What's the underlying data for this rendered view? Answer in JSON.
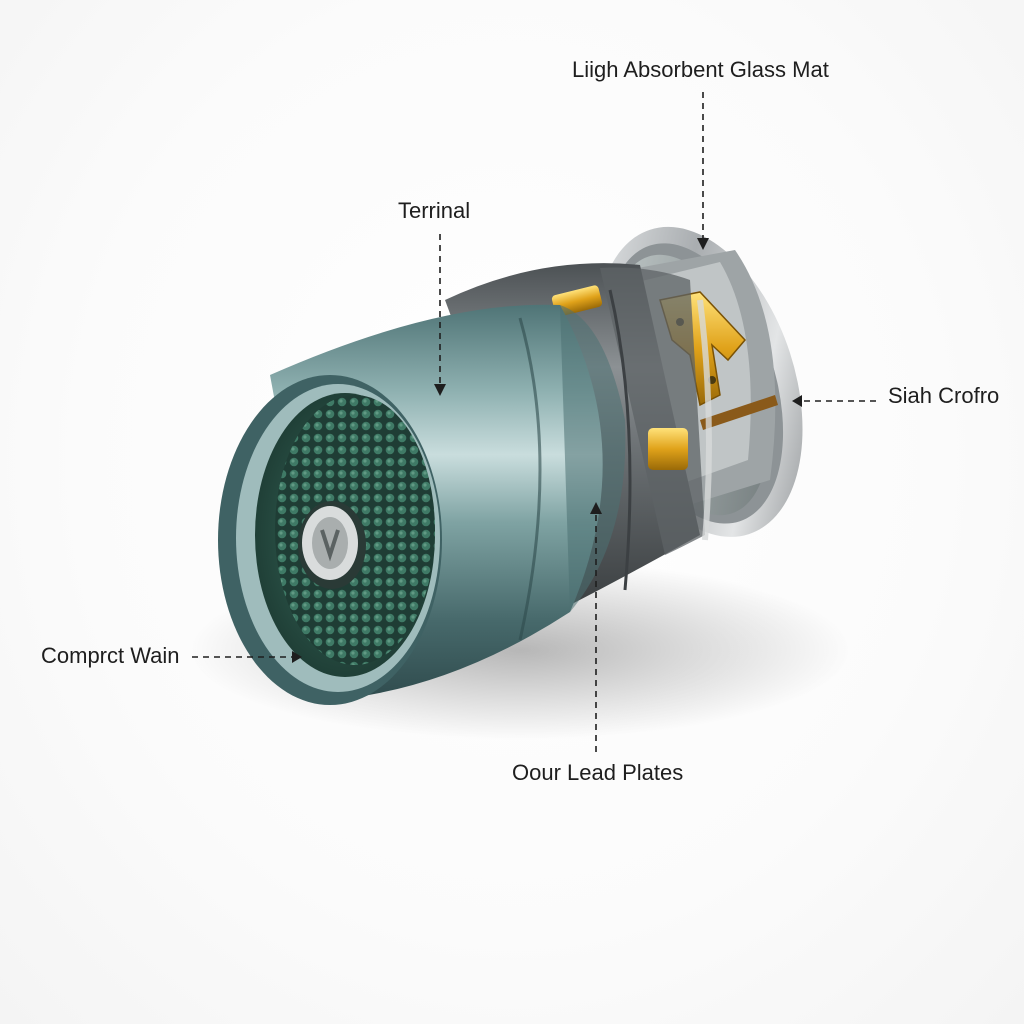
{
  "labels": {
    "absorbent_glass_mat": "Liigh Absorbent Glass Mat",
    "terminal": "Terrinal",
    "side_label": "Siah Crofro",
    "compact_case": "Comprct Wain",
    "lead_plates": "Oour Lead Plates"
  },
  "colors": {
    "casing_teal": "#5f8a8c",
    "casing_highlight": "#b9d3d3",
    "band_gray": "#6e7275",
    "ring_silver": "#c9cbcd",
    "terminal_gold": "#e0a21a",
    "plate_pellets": "#2f5a4d",
    "leader_line": "#1e1e1e"
  },
  "icons": [
    "battery-cell-illustration"
  ]
}
